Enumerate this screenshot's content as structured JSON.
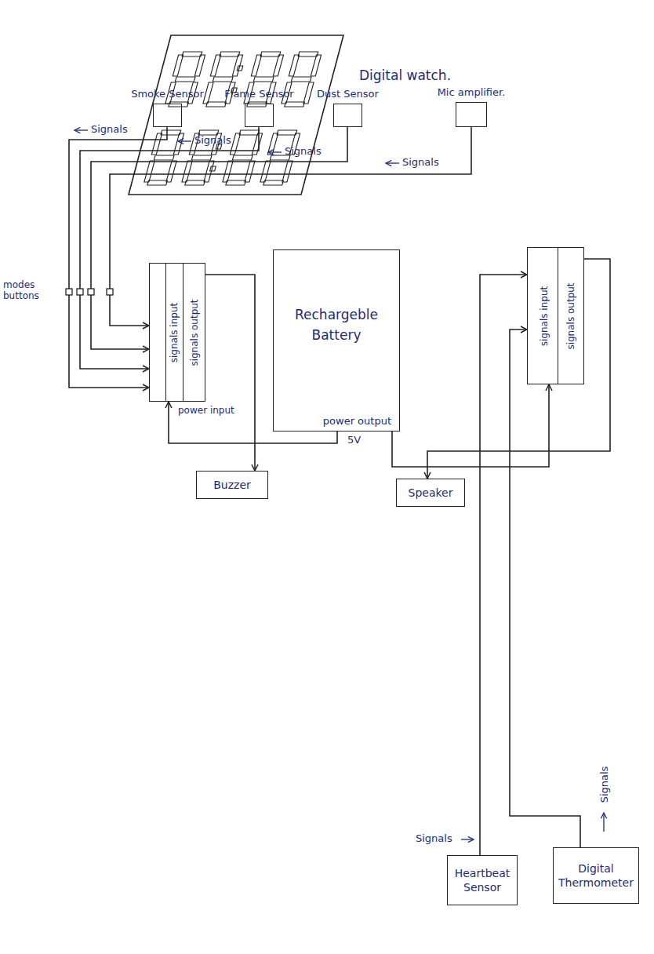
{
  "diagram": {
    "nodes": [
      {
        "text": [
          "Smoke Sensor"
        ]
      },
      {
        "text": [
          "Flame Sensor"
        ]
      },
      {
        "text": [
          "Dust Sensor"
        ]
      },
      {
        "text": [
          "Mic amplifier."
        ]
      },
      {
        "text": [
          "signals input",
          "signals output",
          "power input"
        ]
      },
      {
        "text": [
          "Rechargeble Battery",
          "power output",
          "5V"
        ]
      },
      {
        "text": [
          "signals input",
          "signals output"
        ]
      },
      {
        "text": [
          "Buzzer"
        ]
      },
      {
        "text": [
          "Speaker"
        ]
      },
      {
        "text": [
          "Heartbeat Sensor"
        ]
      },
      {
        "text": [
          "Digital Thermometer"
        ]
      }
    ],
    "edges": [
      {
        "from": 0,
        "to": 4,
        "arrow": "to"
      },
      {
        "from": 1,
        "to": 4,
        "arrow": "to"
      },
      {
        "from": 2,
        "to": 4,
        "arrow": "to"
      },
      {
        "from": 3,
        "to": 4,
        "arrow": "to"
      },
      {
        "from": 5,
        "to": 4,
        "arrow": "to"
      },
      {
        "from": 5,
        "to": 6,
        "arrow": "to"
      },
      {
        "from": 4,
        "to": 7,
        "arrow": "to"
      },
      {
        "from": 6,
        "to": 8,
        "arrow": "to"
      },
      {
        "from": 9,
        "to": 6,
        "arrow": "to"
      },
      {
        "from": 10,
        "to": 6,
        "arrow": "to"
      }
    ],
    "labels": [
      "Digital watch.",
      "modes buttons",
      "Signals",
      "Signals",
      "Signals",
      "Signals",
      "Signals",
      "Signals"
    ]
  }
}
